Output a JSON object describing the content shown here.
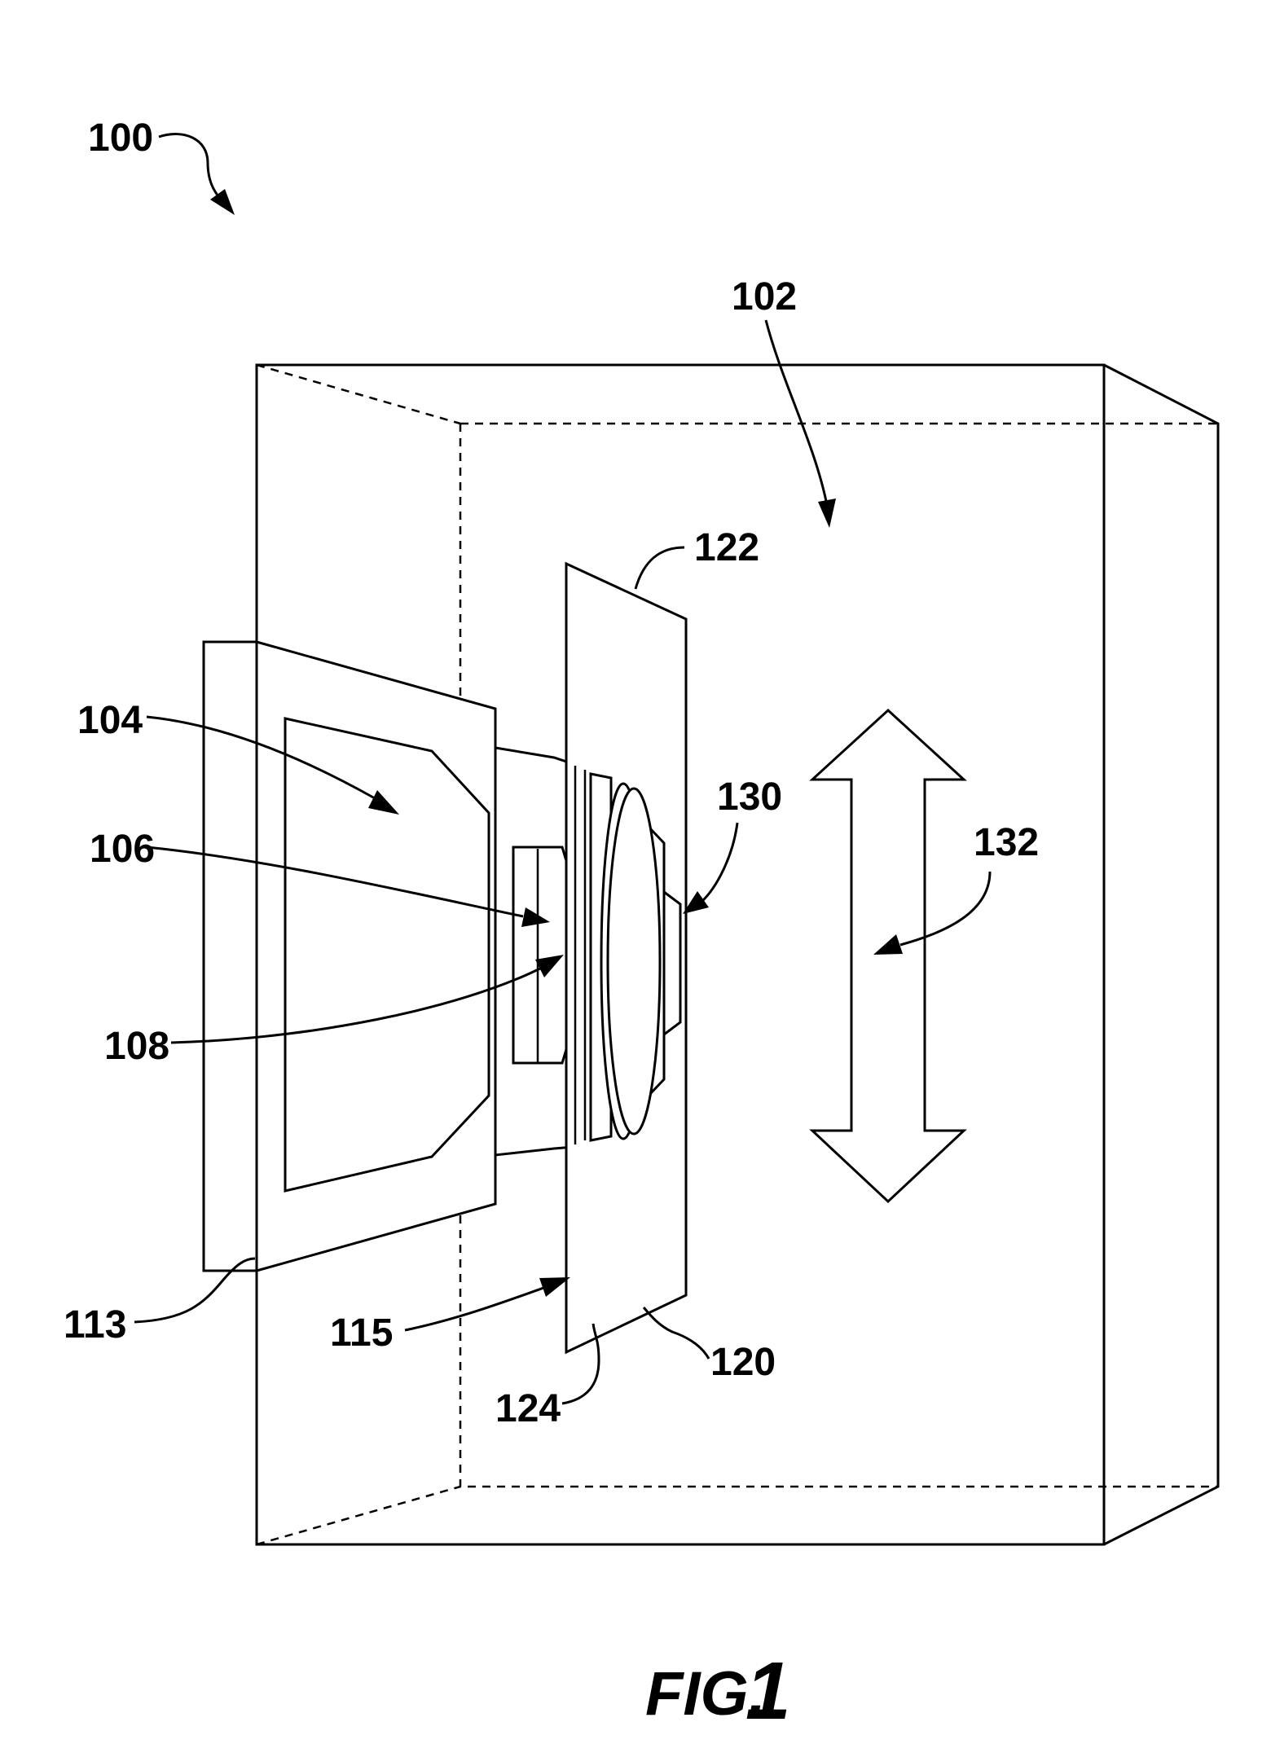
{
  "figure": {
    "prefix": "FIG.",
    "number": "1"
  },
  "labels": {
    "l100": "100",
    "l102": "102",
    "l104": "104",
    "l106": "106",
    "l108": "108",
    "l113": "113",
    "l115": "115",
    "l120": "120",
    "l122": "122",
    "l124": "124",
    "l130": "130",
    "l132": "132"
  }
}
